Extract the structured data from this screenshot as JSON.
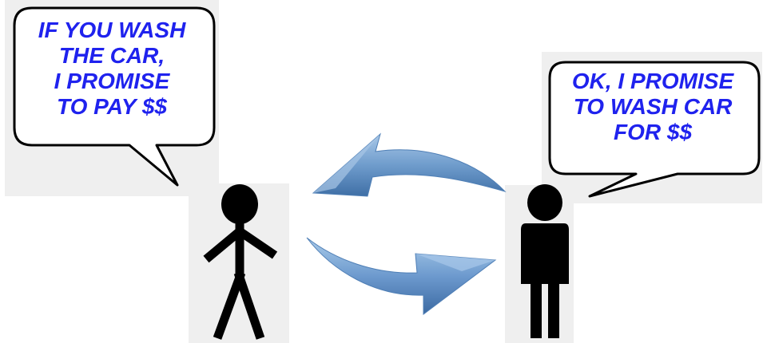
{
  "left_speech": {
    "lines": [
      "IF YOU WASH",
      "THE CAR,",
      "I PROMISE",
      "TO PAY $$"
    ]
  },
  "right_speech": {
    "lines": [
      "OK, I PROMISE",
      "TO WASH CAR",
      "FOR $$"
    ]
  },
  "colors": {
    "text": "#1f22ee",
    "figure": "#000000",
    "arrow": "#5b8cc4",
    "bubble_fill": "#ffffff",
    "bubble_stroke": "#000000",
    "panel": "#efefef"
  },
  "icons": {
    "left_figure": "stick-figure-icon",
    "right_figure": "person-silhouette-icon",
    "top_arrow": "curved-arrow-left-icon",
    "bottom_arrow": "curved-arrow-right-icon"
  }
}
